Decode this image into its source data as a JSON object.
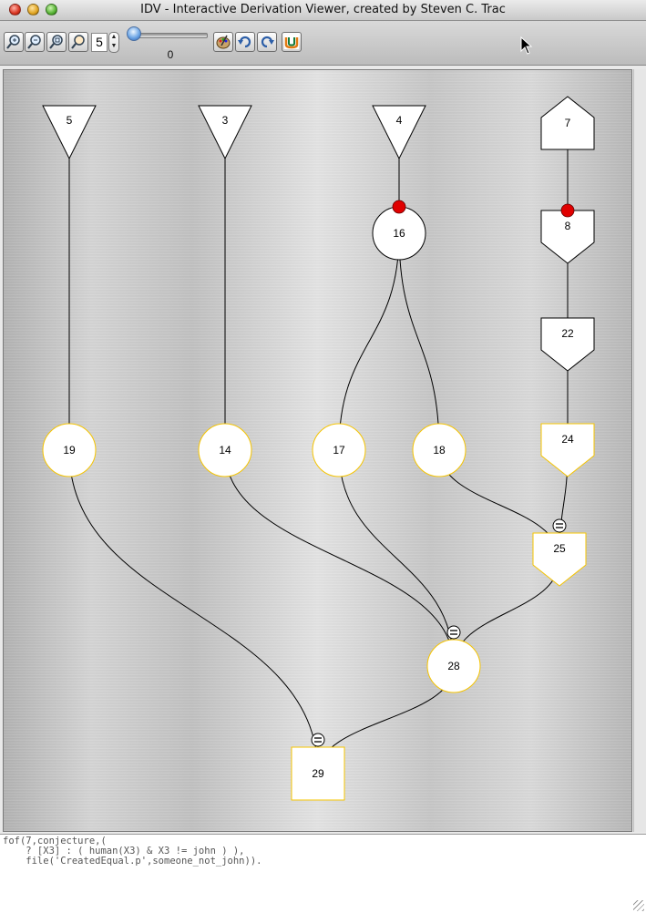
{
  "window": {
    "title": "IDV - Interactive Derivation Viewer, created by Steven C. Trac"
  },
  "toolbar": {
    "zoom_level": "5",
    "slider_value": "0",
    "buttons": [
      "zoom-in-icon",
      "zoom-out-icon",
      "zoom-fit-icon",
      "zoom-reset-icon",
      "palette-icon",
      "undo-icon",
      "redo-icon",
      "logo-icon"
    ]
  },
  "colors": {
    "selected_outline": "#f5c400",
    "marker_red": "#e00000",
    "edge": "#000000",
    "node_fill": "#ffffff"
  },
  "nodes": [
    {
      "id": "n5",
      "label": "5",
      "shape": "triangle-down",
      "highlight": false
    },
    {
      "id": "n3",
      "label": "3",
      "shape": "triangle-down",
      "highlight": false
    },
    {
      "id": "n4",
      "label": "4",
      "shape": "triangle-down",
      "highlight": false
    },
    {
      "id": "n7",
      "label": "7",
      "shape": "house",
      "highlight": false
    },
    {
      "id": "n16",
      "label": "16",
      "shape": "circle",
      "highlight": false,
      "marker": "red-dot"
    },
    {
      "id": "n8",
      "label": "8",
      "shape": "pentagon-down",
      "highlight": false,
      "marker": "red-dot"
    },
    {
      "id": "n22",
      "label": "22",
      "shape": "pentagon-down",
      "highlight": false
    },
    {
      "id": "n19",
      "label": "19",
      "shape": "circle",
      "highlight": true
    },
    {
      "id": "n14",
      "label": "14",
      "shape": "circle",
      "highlight": true
    },
    {
      "id": "n17",
      "label": "17",
      "shape": "circle",
      "highlight": true
    },
    {
      "id": "n18",
      "label": "18",
      "shape": "circle",
      "highlight": true
    },
    {
      "id": "n24",
      "label": "24",
      "shape": "pentagon-down",
      "highlight": true
    },
    {
      "id": "n25",
      "label": "25",
      "shape": "pentagon-down",
      "highlight": true,
      "marker": "equals"
    },
    {
      "id": "n28",
      "label": "28",
      "shape": "circle",
      "highlight": true,
      "marker": "equals"
    },
    {
      "id": "n29",
      "label": "29",
      "shape": "square",
      "highlight": true,
      "marker": "equals"
    }
  ],
  "edges": [
    [
      "n5",
      "n19"
    ],
    [
      "n3",
      "n14"
    ],
    [
      "n4",
      "n16"
    ],
    [
      "n7",
      "n8"
    ],
    [
      "n8",
      "n22"
    ],
    [
      "n22",
      "n24"
    ],
    [
      "n16",
      "n17"
    ],
    [
      "n16",
      "n18"
    ],
    [
      "n18",
      "n25"
    ],
    [
      "n24",
      "n25"
    ],
    [
      "n14",
      "n28"
    ],
    [
      "n17",
      "n28"
    ],
    [
      "n25",
      "n28"
    ],
    [
      "n19",
      "n29"
    ],
    [
      "n28",
      "n29"
    ]
  ],
  "text_pane": {
    "formula": "fof(7,conjecture,(\n    ? [X3] : ( human(X3) & X3 != john ) ),\n    file('CreatedEqual.p',someone_not_john))."
  }
}
